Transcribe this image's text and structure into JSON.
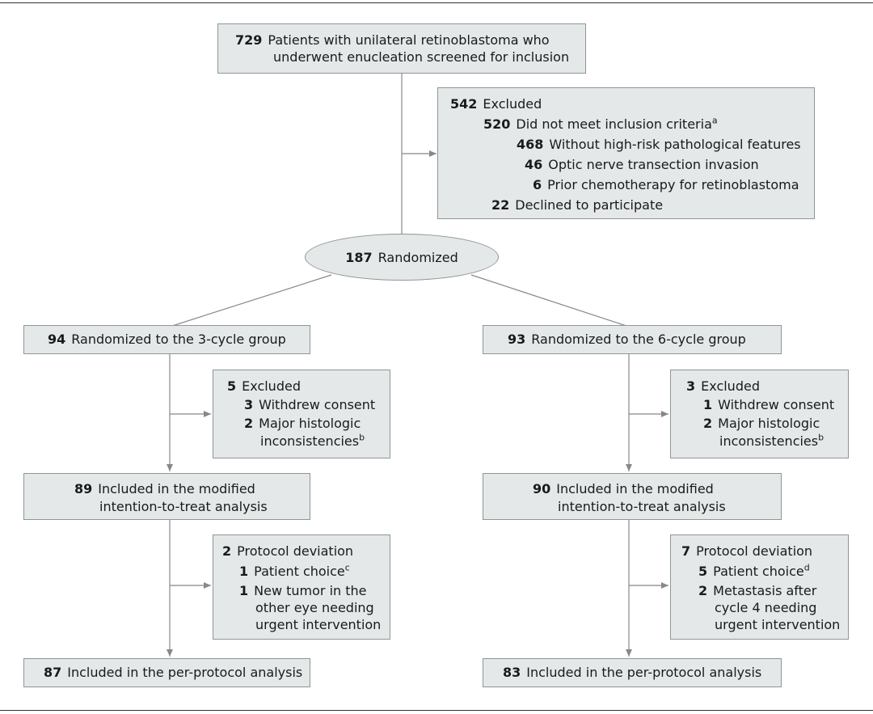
{
  "screened": {
    "n": "729",
    "line1": "Patients with unilateral retinoblastoma who",
    "line2": "underwent enucleation screened for inclusion"
  },
  "excluded_main": {
    "n": "542",
    "label": "Excluded",
    "criteria": {
      "n": "520",
      "label": "Did not meet inclusion criteria",
      "sup": "a"
    },
    "without_high_risk": {
      "n": "468",
      "label": "Without high-risk pathological features"
    },
    "optic_nerve": {
      "n": "46",
      "label": "Optic nerve transection invasion"
    },
    "prior_chemo": {
      "n": "6",
      "label": "Prior chemotherapy for retinoblastoma"
    },
    "declined": {
      "n": "22",
      "label": "Declined to participate"
    }
  },
  "randomized": {
    "n": "187",
    "label": "Randomized"
  },
  "left": {
    "group": {
      "n": "94",
      "label": "Randomized to the 3-cycle group"
    },
    "excluded": {
      "n": "5",
      "label": "Excluded",
      "withdrew": {
        "n": "3",
        "label": "Withdrew consent"
      },
      "histologic": {
        "n": "2",
        "line1": "Major histologic",
        "line2": "inconsistencies",
        "sup": "b"
      }
    },
    "mitt": {
      "n": "89",
      "line1": "Included in the modified",
      "line2": "intention-to-treat analysis"
    },
    "deviation": {
      "n": "2",
      "label": "Protocol deviation",
      "choice": {
        "n": "1",
        "label": "Patient choice",
        "sup": "c"
      },
      "tumor": {
        "n": "1",
        "line1": "New tumor in the",
        "line2": "other eye needing",
        "line3": "urgent intervention"
      }
    },
    "pp": {
      "n": "87",
      "label": "Included in the per-protocol analysis"
    }
  },
  "right": {
    "group": {
      "n": "93",
      "label": "Randomized to the 6-cycle group"
    },
    "excluded": {
      "n": "3",
      "label": "Excluded",
      "withdrew": {
        "n": "1",
        "label": "Withdrew consent"
      },
      "histologic": {
        "n": "2",
        "line1": "Major histologic",
        "line2": "inconsistencies",
        "sup": "b"
      }
    },
    "mitt": {
      "n": "90",
      "line1": "Included in the modified",
      "line2": "intention-to-treat analysis"
    },
    "deviation": {
      "n": "7",
      "label": "Protocol deviation",
      "choice": {
        "n": "5",
        "label": "Patient choice",
        "sup": "d"
      },
      "metastasis": {
        "n": "2",
        "line1": "Metastasis after",
        "line2": "cycle 4 needing",
        "line3": "urgent intervention"
      }
    },
    "pp": {
      "n": "83",
      "label": "Included in the per-protocol analysis"
    }
  },
  "colors": {
    "box_fill": "#e4e8e8",
    "box_border": "#8e9696",
    "connector": "#888888"
  }
}
